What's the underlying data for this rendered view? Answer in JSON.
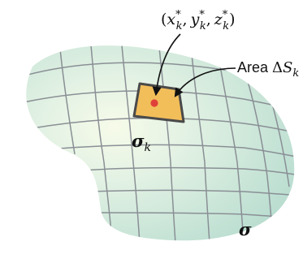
{
  "figure": {
    "point_label": "(x*k, y*k, z*k)",
    "point_label_parts": {
      "open": "(",
      "x": "x",
      "y": "y",
      "z": "z",
      "star": "*",
      "sub": "k",
      "comma": ",",
      "close": ")"
    },
    "area_label_prefix": "Area ",
    "area_label_delta": "Δ",
    "area_label_symbol": "S",
    "area_label_sub": "k",
    "patch_label_symbol": "σ",
    "patch_label_sub": "k",
    "surface_label": "σ"
  },
  "colors": {
    "surface_edge": "#cfe7dc",
    "surface_mid": "#bfe0d2",
    "surface_center": "#f7fbe9",
    "grid": "#8a8f95",
    "patch_fill": "#f2be5a",
    "patch_stroke": "#4a4a4a",
    "point": "#e0403a",
    "text": "#111111"
  },
  "icons": {
    "point_marker": "red-dot-icon",
    "pointer": "curved-arrow-icon"
  }
}
